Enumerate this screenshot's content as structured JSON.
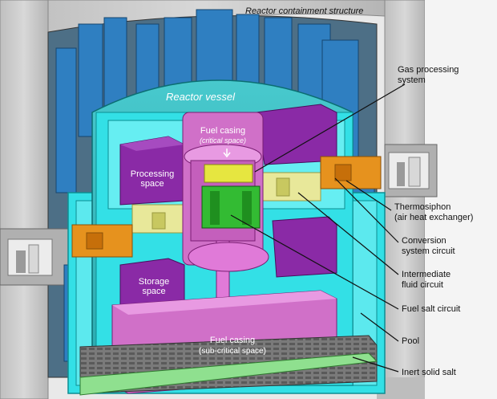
{
  "title": "Reactor containment structure",
  "inner_labels": {
    "reactor_vessel": "Reactor vessel",
    "fuel_casing_critical": "Fuel casing",
    "critical_space": "(critical space)",
    "processing_1": "Processing",
    "processing_2": "space",
    "storage_1": "Storage",
    "storage_2": "space",
    "fuel_casing_sub": "Fuel casing",
    "sub_critical_space": "(sub-critical space)"
  },
  "callouts": {
    "gas_processing_1": "Gas processing",
    "gas_processing_2": "system",
    "thermosiphon_1": "Thermosiphon",
    "thermosiphon_2": "(air heat exchanger)",
    "conversion_1": "Conversion",
    "conversion_2": "system circuit",
    "intermediate_1": "Intermediate",
    "intermediate_2": "fluid circuit",
    "fuel_salt": "Fuel salt circuit",
    "pool": "Pool",
    "inert_salt": "Inert solid salt"
  },
  "colors": {
    "concrete": "#c9c9c9",
    "concrete_dark": "#9a9a9a",
    "blue_column": "#2f7fc1",
    "cyan": "#33e0e6",
    "teal_vessel": "#3cbfc4",
    "purple": "#8a2aa6",
    "pink": "#d070c8",
    "orange": "#e6921e",
    "pale_yellow": "#e8e89a",
    "yellow": "#e6e640",
    "green": "#33bb33"
  }
}
